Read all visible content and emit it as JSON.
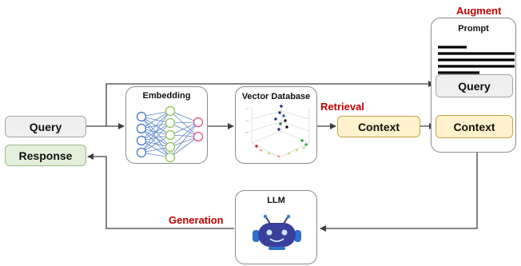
{
  "colors": {
    "red_label": "#c00000",
    "query_fill": "#efefef",
    "response_fill": "#e2efda",
    "context_fill": "#fff2cc",
    "arrow": "#404040"
  },
  "nodes": {
    "query": "Query",
    "response": "Response",
    "embedding": "Embedding",
    "vector_db": "Vector Database",
    "context": "Context",
    "prompt": "Prompt",
    "prompt_query": "Query",
    "prompt_context": "Context",
    "llm": "LLM"
  },
  "labels": {
    "augment": "Augment",
    "retrieval": "Retrieval",
    "generation": "Generation"
  },
  "icons": {
    "embedding": "neural-network-icon",
    "vector_db": "3d-scatter-plot-icon",
    "llm": "robot-icon",
    "prompt": "text-lines-icon"
  }
}
